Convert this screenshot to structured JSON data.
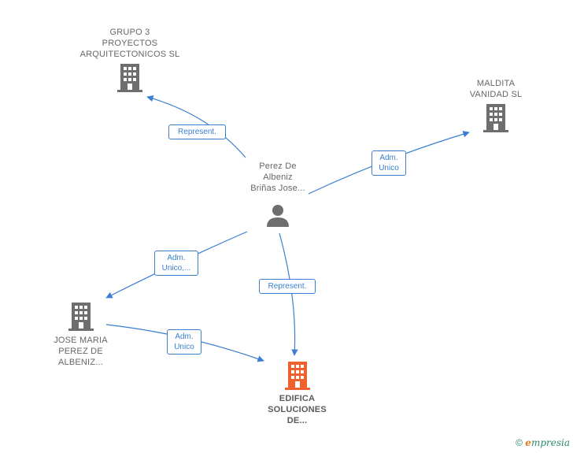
{
  "nodes": {
    "grupo3": {
      "label": "GRUPO 3\nPROYECTOS\nARQUITECTONICOS SL",
      "icon": "building-icon"
    },
    "maldita": {
      "label": "MALDITA\nVANIDAD SL",
      "icon": "building-icon"
    },
    "perez": {
      "label": "Perez De\nAlbeniz\nBriñas Jose...",
      "icon": "person-icon"
    },
    "josemaria": {
      "label": "JOSE MARIA\nPEREZ DE\nALBENIZ...",
      "icon": "building-icon"
    },
    "edifica": {
      "label": "EDIFICA\nSOLUCIONES\nDE...",
      "icon": "building-icon"
    }
  },
  "edges": {
    "perez_grupo3": "Represent.",
    "perez_maldita": "Adm.\nUnico",
    "perez_josemaria": "Adm.\nUnico,...",
    "perez_edifica": "Represent.",
    "josemaria_edifica": "Adm.\nUnico"
  },
  "footer": {
    "copyright": "©",
    "brand_initial": "e",
    "brand_rest": "mpresia"
  },
  "colors": {
    "edge": "#3a7fd0",
    "building": "#6e6e6e",
    "building_main": "#f0622d",
    "person": "#6e6e6e"
  }
}
